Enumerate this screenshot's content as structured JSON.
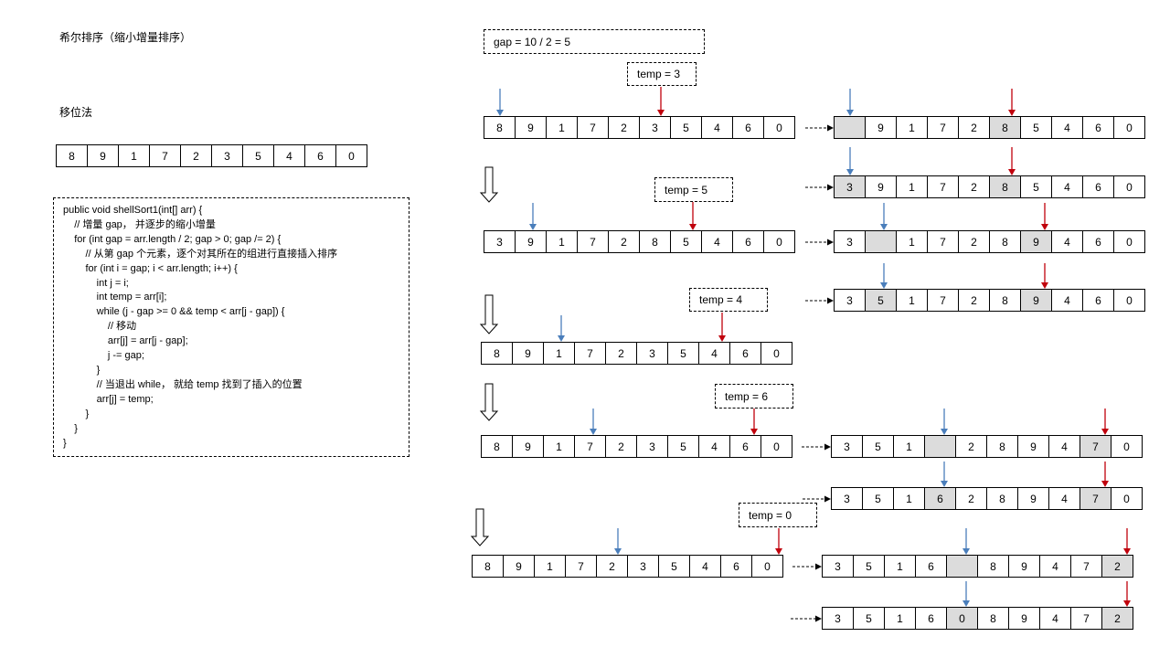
{
  "title": "希尔排序（缩小增量排序）",
  "method_label": "移位法",
  "initial_array": [
    "8",
    "9",
    "1",
    "7",
    "2",
    "3",
    "5",
    "4",
    "6",
    "0"
  ],
  "gap_note": "gap = 10 / 2 = 5",
  "code_lines": [
    "public void shellSort1(int[] arr) {",
    "    // 增量 gap， 并逐步的缩小增量",
    "    for (int gap = arr.length / 2; gap > 0; gap /= 2) {",
    "        // 从第 gap 个元素，逐个对其所在的组进行直接插入排序",
    "        for (int i = gap; i < arr.length; i++) {",
    "            int j = i;",
    "            int temp = arr[i];",
    "            while (j - gap >= 0 && temp < arr[j - gap]) {",
    "                // 移动",
    "                arr[j] = arr[j - gap];",
    "                j -= gap;",
    "            }",
    "            // 当退出 while， 就给 temp 找到了插入的位置",
    "            arr[j] = temp;",
    "        }",
    "    }",
    "}"
  ],
  "temps": [
    "temp = 3",
    "temp = 5",
    "temp = 4",
    "temp = 6",
    "temp = 0"
  ],
  "rows": {
    "r1": [
      "8",
      "9",
      "1",
      "7",
      "2",
      "3",
      "5",
      "4",
      "6",
      "0"
    ],
    "r1b": [
      "",
      "9",
      "1",
      "7",
      "2",
      "8",
      "5",
      "4",
      "6",
      "0"
    ],
    "r1c": [
      "3",
      "9",
      "1",
      "7",
      "2",
      "8",
      "5",
      "4",
      "6",
      "0"
    ],
    "r2": [
      "3",
      "9",
      "1",
      "7",
      "2",
      "8",
      "5",
      "4",
      "6",
      "0"
    ],
    "r2b": [
      "3",
      "",
      "1",
      "7",
      "2",
      "8",
      "9",
      "4",
      "6",
      "0"
    ],
    "r2c": [
      "3",
      "5",
      "1",
      "7",
      "2",
      "8",
      "9",
      "4",
      "6",
      "0"
    ],
    "r3": [
      "8",
      "9",
      "1",
      "7",
      "2",
      "3",
      "5",
      "4",
      "6",
      "0"
    ],
    "r4": [
      "8",
      "9",
      "1",
      "7",
      "2",
      "3",
      "5",
      "4",
      "6",
      "0"
    ],
    "r4b": [
      "3",
      "5",
      "1",
      "",
      "2",
      "8",
      "9",
      "4",
      "7",
      "0"
    ],
    "r4c": [
      "3",
      "5",
      "1",
      "6",
      "2",
      "8",
      "9",
      "4",
      "7",
      "0"
    ],
    "r5": [
      "8",
      "9",
      "1",
      "7",
      "2",
      "3",
      "5",
      "4",
      "6",
      "0"
    ],
    "r5b": [
      "3",
      "5",
      "1",
      "6",
      "",
      "8",
      "9",
      "4",
      "7",
      "2"
    ],
    "r5c": [
      "3",
      "5",
      "1",
      "6",
      "0",
      "8",
      "9",
      "4",
      "7",
      "2"
    ]
  },
  "colors": {
    "blue_arrow": "#4a7ebb",
    "red_arrow": "#c0000c",
    "highlight": "#dcdcdc"
  }
}
